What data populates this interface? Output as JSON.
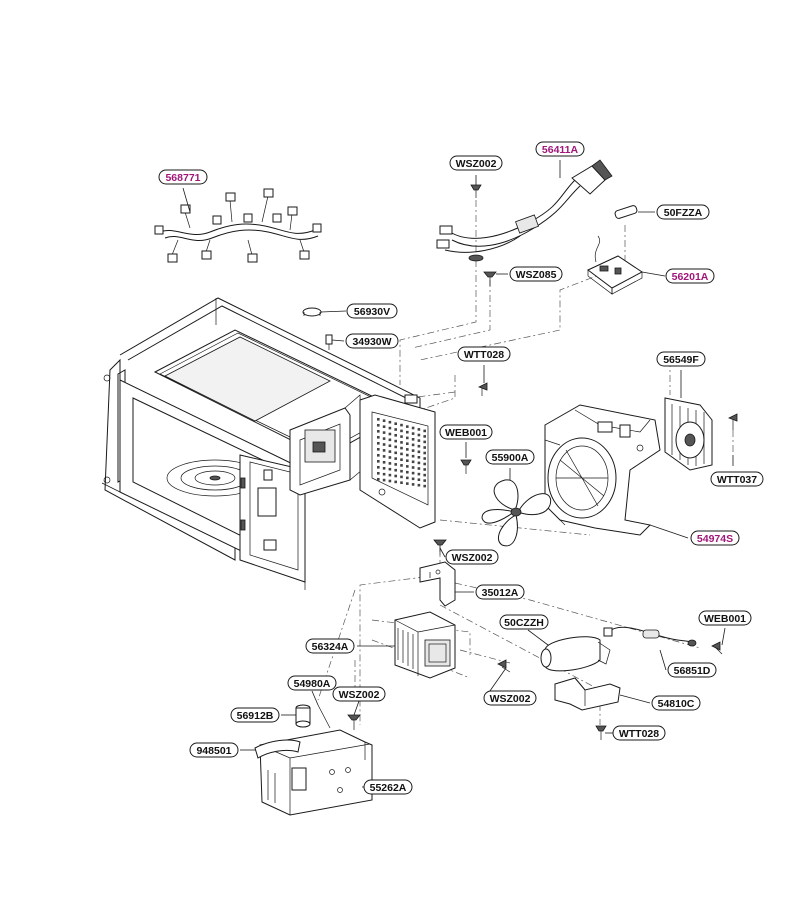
{
  "colors": {
    "label_text": "#111111",
    "highlight_label_text": "#a0177a",
    "outline": "#1a1a1a"
  },
  "labels": [
    {
      "id": "568771",
      "text": "568771",
      "highlight": true
    },
    {
      "id": "WSZ002-top",
      "text": "WSZ002",
      "highlight": false
    },
    {
      "id": "56411A",
      "text": "56411A",
      "highlight": true
    },
    {
      "id": "50FZZA",
      "text": "50FZZA",
      "highlight": false
    },
    {
      "id": "WSZ085",
      "text": "WSZ085",
      "highlight": false
    },
    {
      "id": "56201A",
      "text": "56201A",
      "highlight": true
    },
    {
      "id": "56930V",
      "text": "56930V",
      "highlight": false
    },
    {
      "id": "34930W",
      "text": "34930W",
      "highlight": false
    },
    {
      "id": "WTT028-top",
      "text": "WTT028",
      "highlight": false
    },
    {
      "id": "56549F",
      "text": "56549F",
      "highlight": false
    },
    {
      "id": "WEB001-mid",
      "text": "WEB001",
      "highlight": false
    },
    {
      "id": "55900A",
      "text": "55900A",
      "highlight": false
    },
    {
      "id": "WTT037",
      "text": "WTT037",
      "highlight": false
    },
    {
      "id": "54974S",
      "text": "54974S",
      "highlight": true
    },
    {
      "id": "WSZ002-mid",
      "text": "WSZ002",
      "highlight": false
    },
    {
      "id": "35012A",
      "text": "35012A",
      "highlight": false
    },
    {
      "id": "WEB001-right",
      "text": "WEB001",
      "highlight": false
    },
    {
      "id": "50CZZH",
      "text": "50CZZH",
      "highlight": false
    },
    {
      "id": "56324A",
      "text": "56324A",
      "highlight": false
    },
    {
      "id": "56851D",
      "text": "56851D",
      "highlight": false
    },
    {
      "id": "WSZ002-low",
      "text": "WSZ002",
      "highlight": false
    },
    {
      "id": "54810C",
      "text": "54810C",
      "highlight": false
    },
    {
      "id": "54980A",
      "text": "54980A",
      "highlight": false
    },
    {
      "id": "WSZ002-bottom",
      "text": "WSZ002",
      "highlight": false
    },
    {
      "id": "56912B",
      "text": "56912B",
      "highlight": false
    },
    {
      "id": "WTT028-bottom",
      "text": "WTT028",
      "highlight": false
    },
    {
      "id": "948501",
      "text": "948501",
      "highlight": false
    },
    {
      "id": "55262A",
      "text": "55262A",
      "highlight": false
    }
  ]
}
